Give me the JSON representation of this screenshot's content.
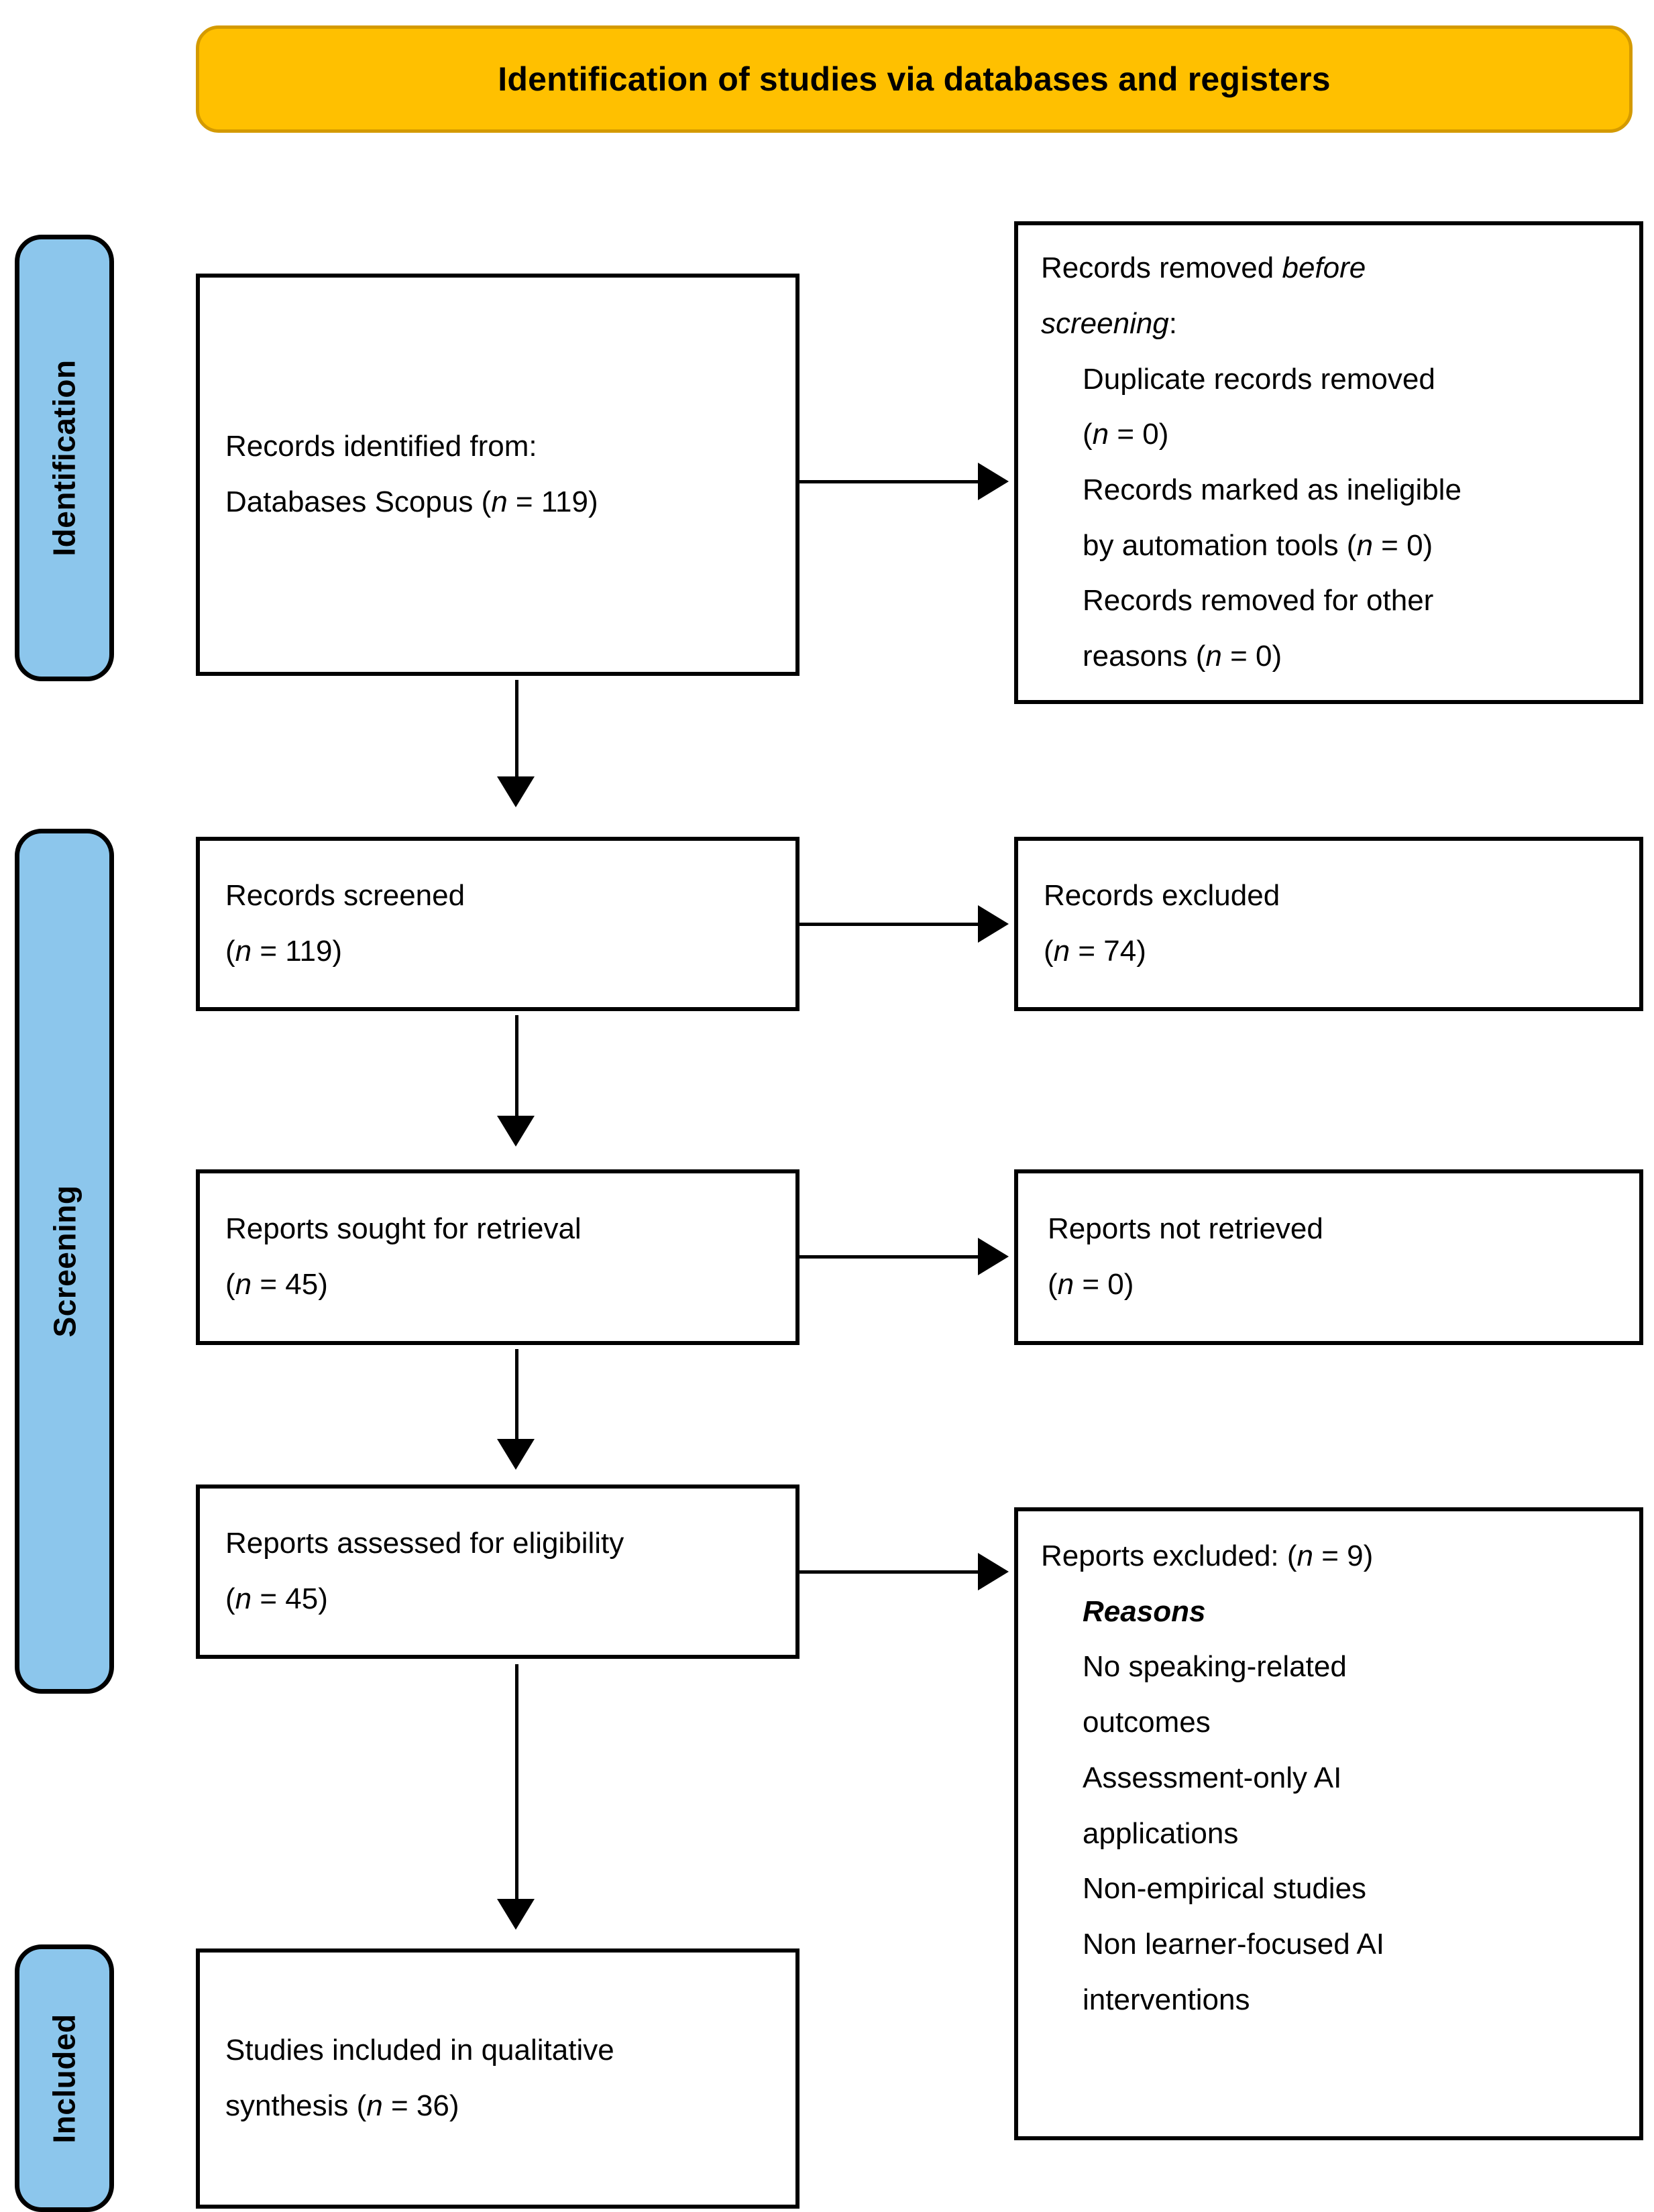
{
  "banner": {
    "title": "Identification of studies via databases and registers",
    "fill_color": "#FFC000",
    "border_color": "#D49A00"
  },
  "stages": {
    "fill_color": "#8CC6EC",
    "border_color": "#000000",
    "identification": "Identification",
    "screening": "Screening",
    "included": "Included"
  },
  "boxes": {
    "identified": {
      "line1": "Records identified from:",
      "line2_prefix": "Databases Scopus (",
      "line2_italic": "n",
      "line2_suffix": " = 119)"
    },
    "removed": {
      "line1_prefix": "Records removed ",
      "line1_italic": "before",
      "line2_italic": "screening",
      "line2_suffix": ":",
      "item1": "Duplicate records removed",
      "item1_count_open": "(",
      "item1_count_italic": "n",
      "item1_count_close": " = 0)",
      "item2_line1": "Records marked as ineligible",
      "item2_line2_prefix": "by automation tools (",
      "item2_line2_italic": "n",
      "item2_line2_suffix": " = 0)",
      "item3_line1": "Records removed for other",
      "item3_line2_prefix": "reasons (",
      "item3_line2_italic": "n",
      "item3_line2_suffix": " = 0)"
    },
    "screened": {
      "line1": "Records screened",
      "line2_prefix": "(",
      "line2_italic": "n",
      "line2_suffix": " = 119)"
    },
    "records_excluded": {
      "line1": "Records excluded",
      "line2_prefix": "(",
      "line2_italic": "n",
      "line2_suffix": " = 74)"
    },
    "sought": {
      "line1": "Reports sought for retrieval",
      "line2_prefix": "(",
      "line2_italic": "n",
      "line2_suffix": " = 45)"
    },
    "not_retrieved": {
      "line1": "Reports not retrieved",
      "line2_prefix": "(",
      "line2_italic": "n",
      "line2_suffix": " = 0)"
    },
    "assessed": {
      "line1": "Reports assessed for eligibility",
      "line2_prefix": "(",
      "line2_italic": "n",
      "line2_suffix": " = 45)"
    },
    "reports_excluded": {
      "heading_prefix": "Reports excluded: (",
      "heading_italic": "n",
      "heading_suffix": " = 9)",
      "reasons_label": "Reasons",
      "reason1_line1": "No speaking-related",
      "reason1_line2": "outcomes",
      "reason2_line1": "Assessment-only AI",
      "reason2_line2": "applications",
      "reason3": "Non-empirical studies",
      "reason4_line1": "Non learner-focused AI",
      "reason4_line2": "interventions"
    },
    "included": {
      "line1": "Studies included in qualitative",
      "line2_prefix": "synthesis (",
      "line2_italic": "n",
      "line2_suffix": " = 36)"
    }
  },
  "chart_data": {
    "type": "diagram",
    "title": "Identification of studies via databases and registers",
    "diagram_kind": "PRISMA 2020 flow diagram",
    "stages": [
      "Identification",
      "Screening",
      "Included"
    ],
    "nodes": [
      {
        "id": "identified",
        "stage": "Identification",
        "label": "Records identified from: Databases Scopus",
        "n": 119
      },
      {
        "id": "removed_before_screening",
        "stage": "Identification",
        "label": "Records removed before screening",
        "children": [
          {
            "label": "Duplicate records removed",
            "n": 0
          },
          {
            "label": "Records marked as ineligible by automation tools",
            "n": 0
          },
          {
            "label": "Records removed for other reasons",
            "n": 0
          }
        ]
      },
      {
        "id": "screened",
        "stage": "Screening",
        "label": "Records screened",
        "n": 119
      },
      {
        "id": "records_excluded",
        "stage": "Screening",
        "label": "Records excluded",
        "n": 74
      },
      {
        "id": "sought",
        "stage": "Screening",
        "label": "Reports sought for retrieval",
        "n": 45
      },
      {
        "id": "not_retrieved",
        "stage": "Screening",
        "label": "Reports not retrieved",
        "n": 0
      },
      {
        "id": "assessed",
        "stage": "Screening",
        "label": "Reports assessed for eligibility",
        "n": 45
      },
      {
        "id": "reports_excluded",
        "stage": "Screening",
        "label": "Reports excluded",
        "n": 9,
        "reasons": [
          "No speaking-related outcomes",
          "Assessment-only AI applications",
          "Non-empirical studies",
          "Non learner-focused AI interventions"
        ]
      },
      {
        "id": "included",
        "stage": "Included",
        "label": "Studies included in qualitative synthesis",
        "n": 36
      }
    ],
    "edges": [
      {
        "from": "identified",
        "to": "removed_before_screening",
        "direction": "right"
      },
      {
        "from": "identified",
        "to": "screened",
        "direction": "down"
      },
      {
        "from": "screened",
        "to": "records_excluded",
        "direction": "right"
      },
      {
        "from": "screened",
        "to": "sought",
        "direction": "down"
      },
      {
        "from": "sought",
        "to": "not_retrieved",
        "direction": "right"
      },
      {
        "from": "sought",
        "to": "assessed",
        "direction": "down"
      },
      {
        "from": "assessed",
        "to": "reports_excluded",
        "direction": "right"
      },
      {
        "from": "assessed",
        "to": "included",
        "direction": "down"
      }
    ]
  }
}
